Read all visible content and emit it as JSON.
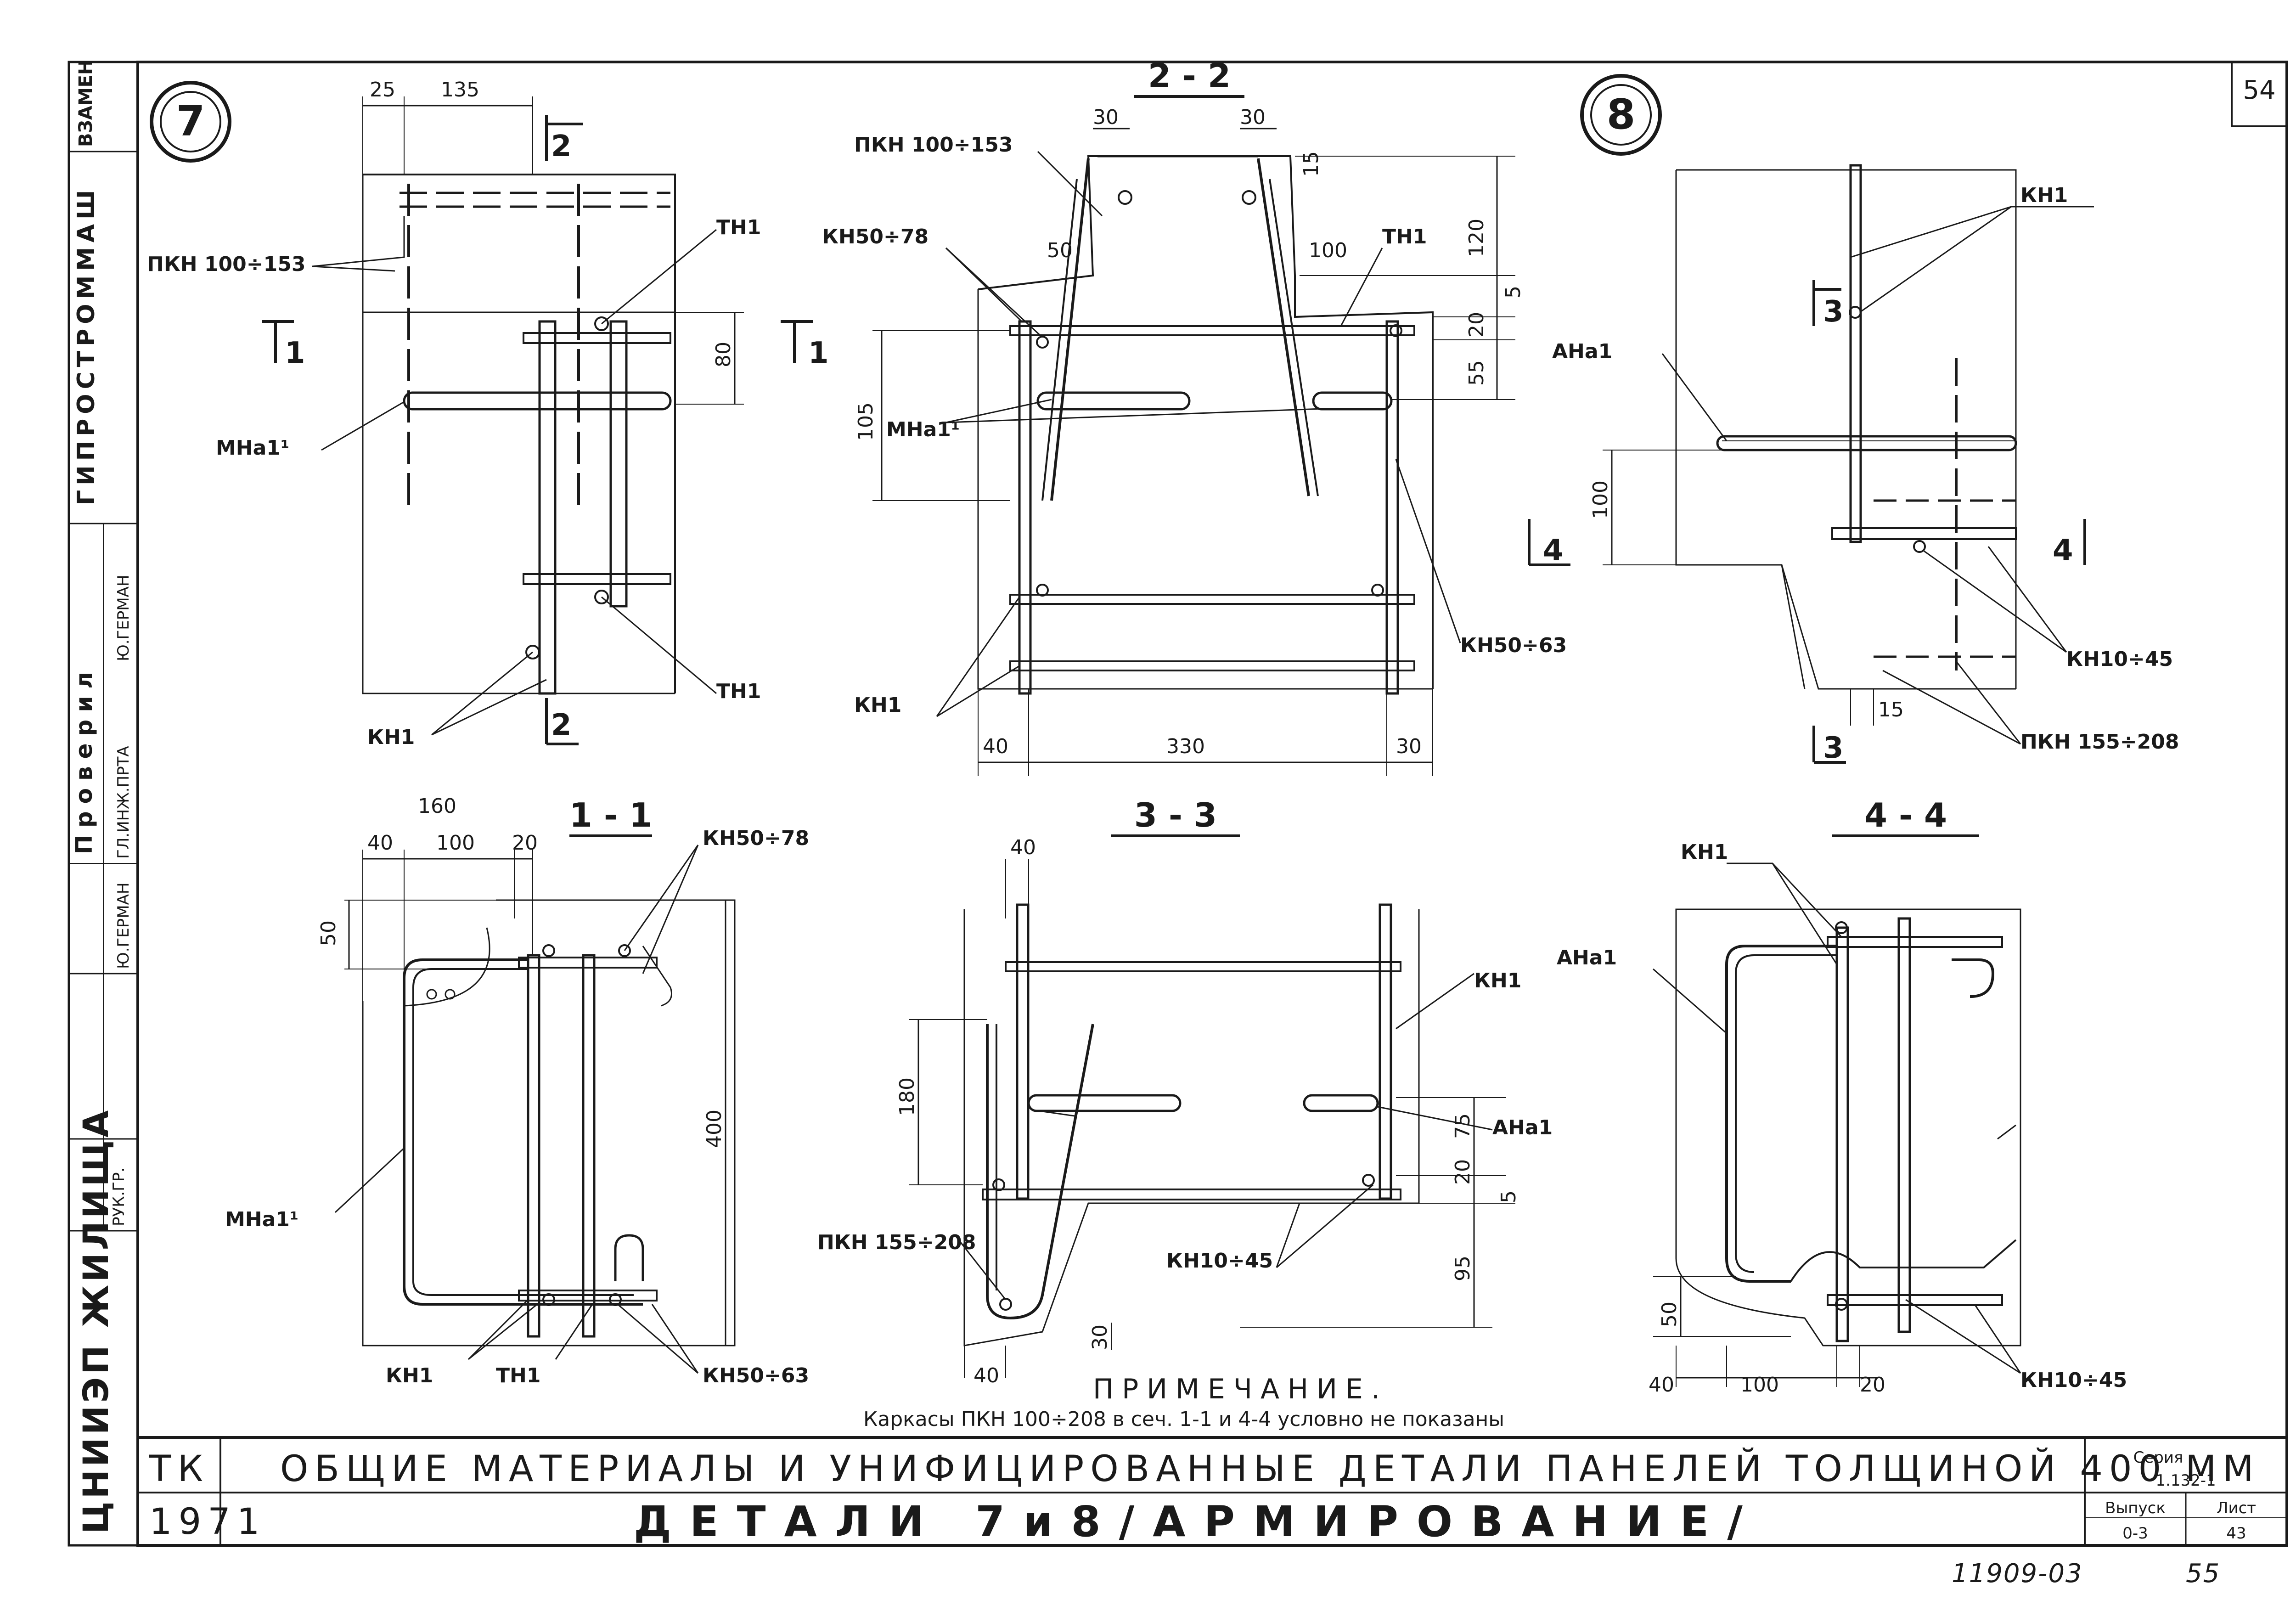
{
  "sheet": {
    "sheet_number": "54",
    "series_label": "Серия",
    "series_value": "1.132-1",
    "issue_label": "Выпуск",
    "issue_value": "0-3",
    "leaf_label": "Лист",
    "leaf_value": "43",
    "code_left": "ТК",
    "year": "1971",
    "title_line1": "ОБЩИЕ МАТЕРИАЛЫ И УНИФИЦИРОВАННЫЕ ДЕТАЛИ ПАНЕЛЕЙ ТОЛЩИНОЙ 400 ММ",
    "title_line2": "ДЕТАЛИ 7и8/АРМИРОВАНИЕ/",
    "doc_number": "11909-03",
    "page_number": "55"
  },
  "sidebar": {
    "vzamen": "ВЗАМЕН",
    "org1": "ГИПРОСТРОММАШ",
    "org2": "ЦНИИЭП ЖИЛИЩА",
    "checked_label": "Проверил",
    "checked_name": "Ю.ГЕРМАН",
    "chief_label": "ГЛ.ИНЖ.ПРТА",
    "name2": "Ю.ГЕРМАН",
    "head_label": "РУК.ГР."
  },
  "note": {
    "heading": "ПРИМЕЧАНИЕ.",
    "text": "Каркасы ПКН 100÷208 в сеч. 1-1 и 4-4 условно не показаны"
  },
  "details": {
    "detail7": "7",
    "detail8": "8"
  },
  "sections": {
    "s22": "2 - 2",
    "s11": "1 - 1",
    "s33": "3 - 3",
    "s44": "4 - 4"
  },
  "cut_marks": {
    "c2": "2",
    "c1": "1",
    "c3": "3",
    "c4": "4"
  },
  "labels": {
    "pkn100_153": "ПКН 100÷153",
    "pkn155_208": "ПКН 155÷208",
    "th1": "ТН1",
    "kn1": "КН1",
    "mna11": "МНа1¹",
    "kn50_78": "КН50÷78",
    "kn50_63": "КН50÷63",
    "kn10_45": "КН10÷45",
    "ana1": "АНа1"
  },
  "dims": {
    "d25": "25",
    "d135": "135",
    "d80": "80",
    "d30": "30",
    "d15": "15",
    "d120": "120",
    "d50": "50",
    "d100": "100",
    "d5": "5",
    "d20": "20",
    "d55": "55",
    "d105": "105",
    "d40": "40",
    "d330": "330",
    "d160": "160",
    "d400": "400",
    "d180": "180",
    "d75": "75",
    "d95": "95"
  }
}
